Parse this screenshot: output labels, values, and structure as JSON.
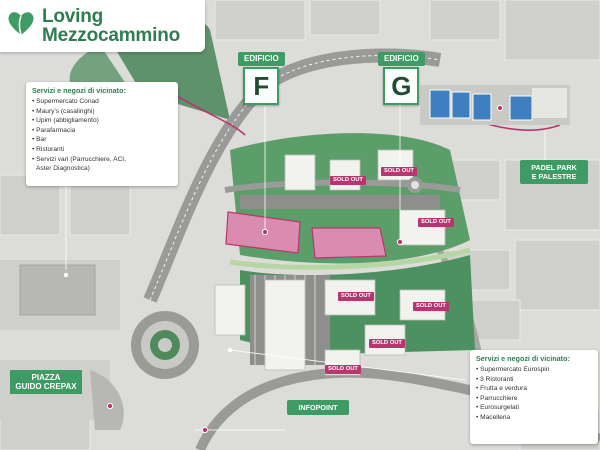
{
  "brand": {
    "line1": "Loving",
    "line2": "Mezzocammino",
    "color": "#2f7d50"
  },
  "buildings": [
    {
      "tag": "EDIFICIO",
      "letter": "F"
    },
    {
      "tag": "EDIFICIO",
      "letter": "G"
    }
  ],
  "services_north": {
    "title": "Servizi e negozi di vicinato:",
    "items": [
      "• Supermercato Conad",
      "• Maury's (casalinghi)",
      "• Upim (abbigliamento)",
      "• Parafarmacia",
      "• Bar",
      "• Ristoranti",
      "• Servizi vari (Parrucchiere, ACI,",
      "  Aster Diagnostica)"
    ]
  },
  "services_south": {
    "title": "Servizi e negozi di vicinato:",
    "items": [
      "• Supermercato Eurospin",
      "• 3 Ristoranti",
      "• Frutta e verdura",
      "• Parrucchiere",
      "• Eurosurgelati",
      "• Macelleria"
    ]
  },
  "labels": {
    "padel_line1": "PADEL PARK",
    "padel_line2": "E PALESTRE",
    "piazza_line1": "PIAZZA",
    "piazza_line2": "GUIDO CREPAX",
    "infopoint": "INFOPOINT"
  },
  "sold_out": [
    "SOLD OUT",
    "SOLD OUT",
    "SOLD OUT",
    "SOLD OUT",
    "SOLD OUT",
    "SOLD OUT",
    "SOLD OUT"
  ],
  "colors": {
    "accent_green": "#3d9b63",
    "sold_out_magenta": "#b9356f",
    "highlight_pink": "#d98cb0",
    "path_magenta": "#b9356f"
  }
}
